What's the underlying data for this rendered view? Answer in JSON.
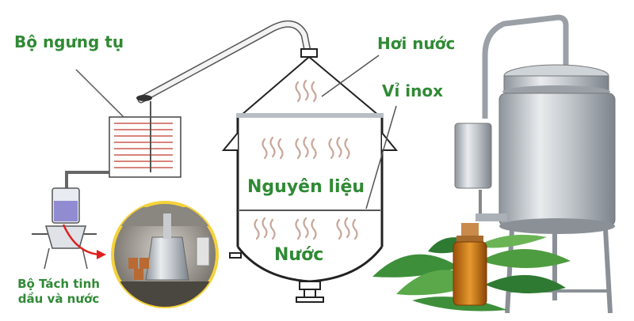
{
  "labels": {
    "condenser": "Bộ ngưng tụ",
    "steam": "Hơi nước",
    "steel_grid": "Vỉ inox",
    "material": "Nguyên liệu",
    "water": "Nước",
    "separator": "Bộ Tách tinh dầu và nước"
  },
  "colors": {
    "label_green": "#2f8a34",
    "arrow_red": "#e02020",
    "steam_wave": "#c9a79a",
    "steel": "#b8bec4",
    "outline": "#222222"
  }
}
